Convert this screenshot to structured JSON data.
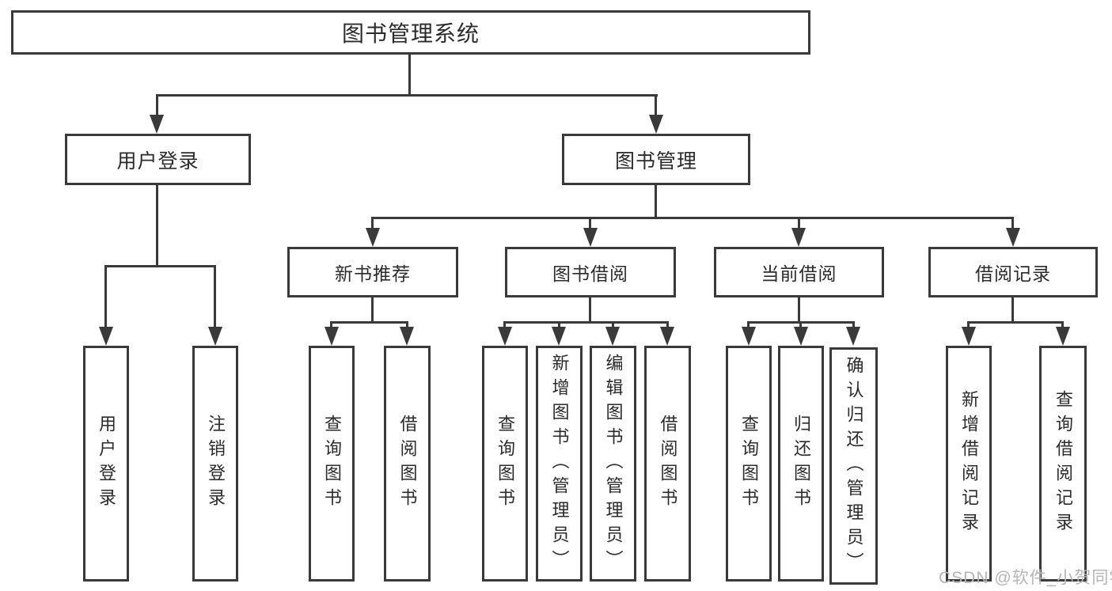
{
  "colors": {
    "border": "#3a3a3a",
    "text": "#2b2b2b",
    "background": "#ffffff",
    "watermark": "#b5b5b5"
  },
  "tree": {
    "root": {
      "label": "图书管理系统"
    },
    "branches": [
      {
        "label": "用户登录",
        "children": [
          {
            "label": "用户登录"
          },
          {
            "label": "注销登录"
          }
        ]
      },
      {
        "label": "图书管理",
        "children": [
          {
            "label": "新书推荐",
            "children": [
              {
                "label": "查询图书"
              },
              {
                "label": "借阅图书"
              }
            ]
          },
          {
            "label": "图书借阅",
            "children": [
              {
                "label": "查询图书"
              },
              {
                "label": "新增图书（管理员）"
              },
              {
                "label": "编辑图书（管理员）"
              },
              {
                "label": "借阅图书"
              }
            ]
          },
          {
            "label": "当前借阅",
            "children": [
              {
                "label": "查询图书"
              },
              {
                "label": "归还图书"
              },
              {
                "label": "确认归还（管理员）"
              }
            ]
          },
          {
            "label": "借阅记录",
            "children": [
              {
                "label": "新增借阅记录"
              },
              {
                "label": "查询借阅记录"
              }
            ]
          }
        ]
      }
    ]
  },
  "watermark": {
    "text": "CSDN @软件_小贺同学"
  }
}
